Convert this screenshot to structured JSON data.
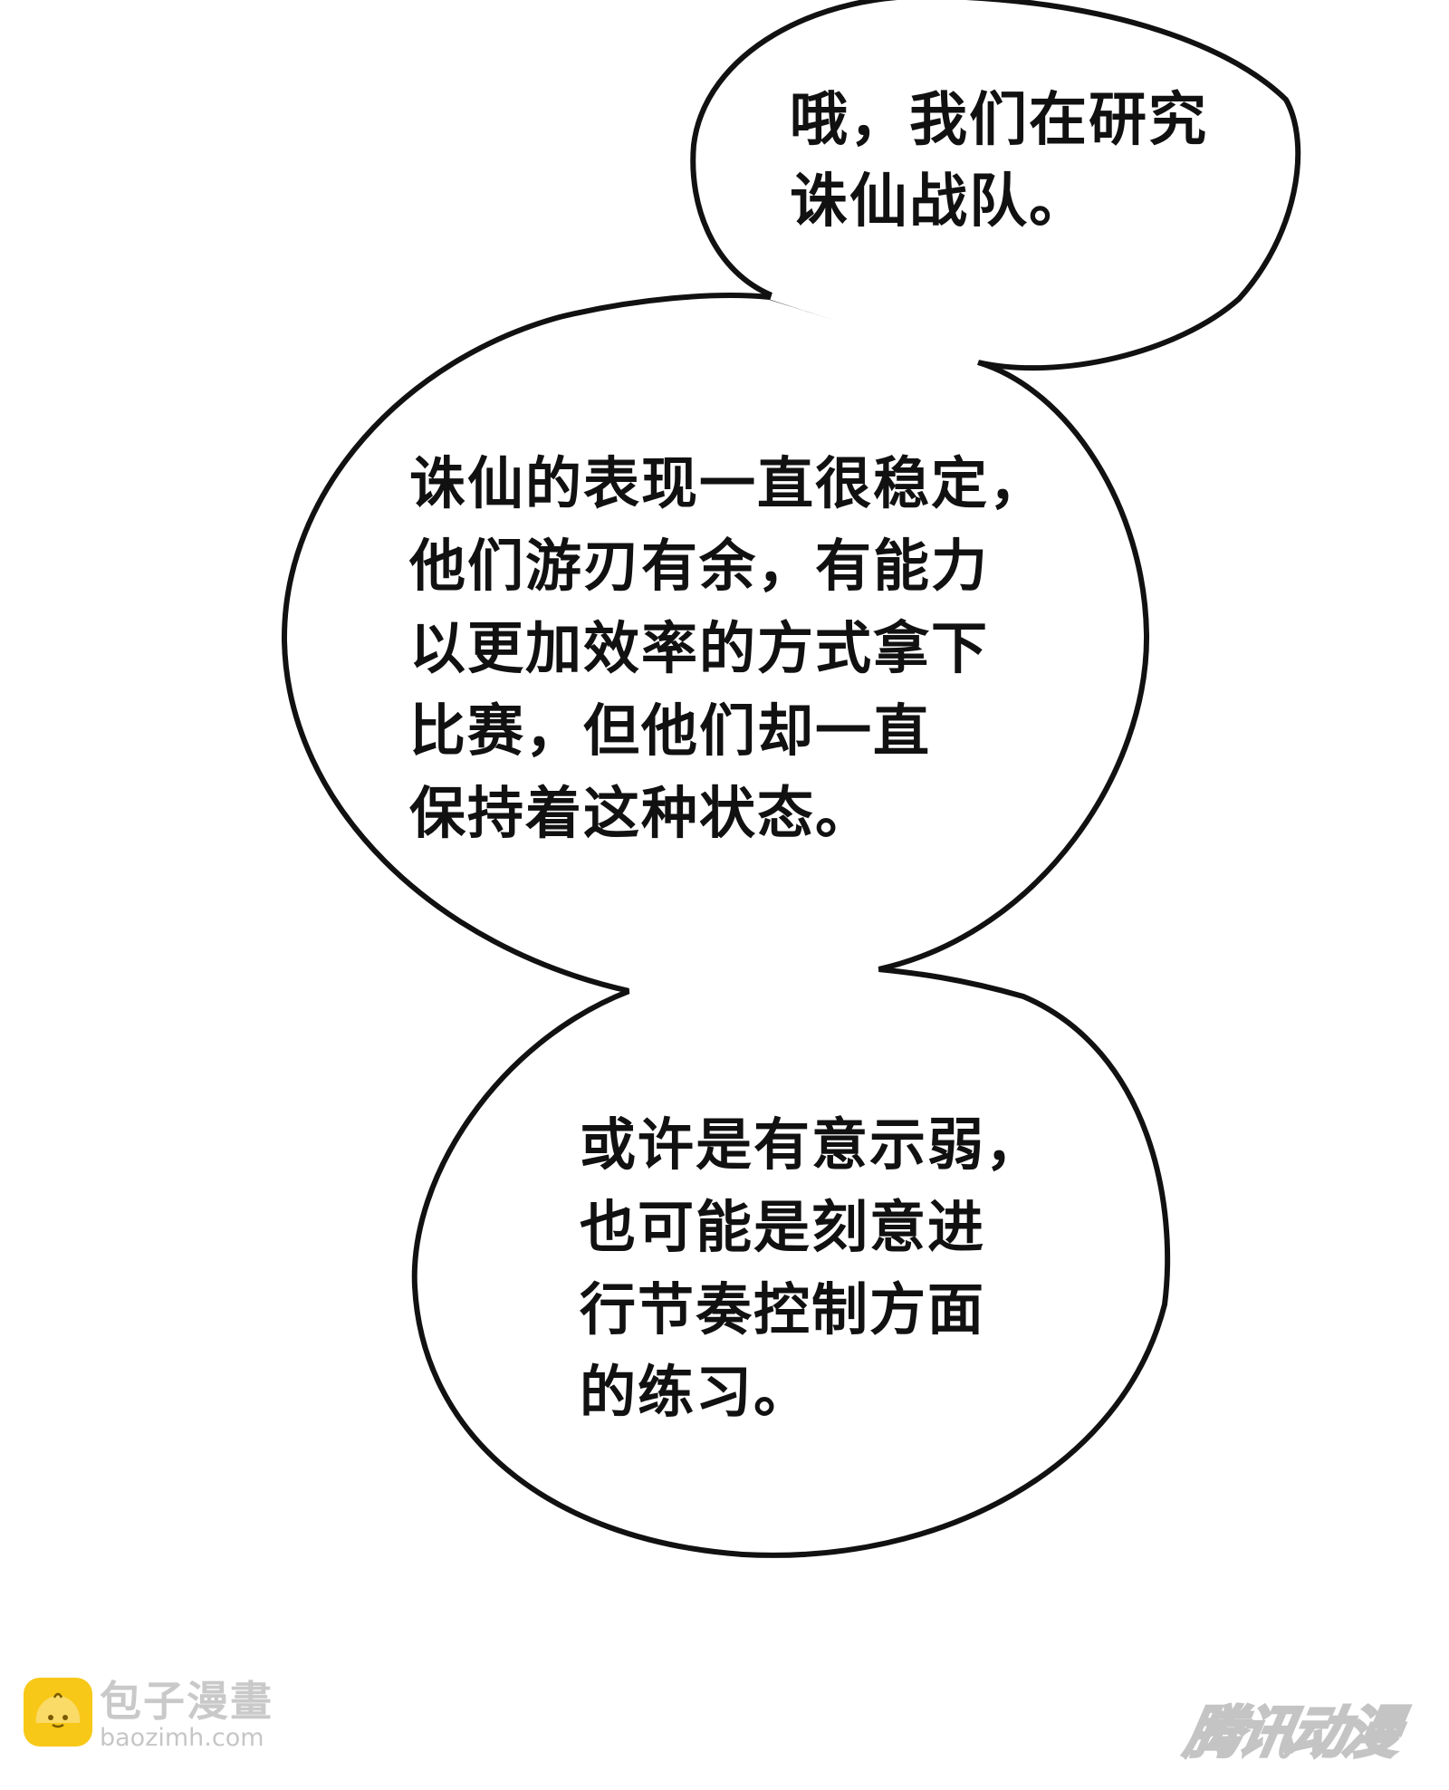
{
  "bubbles": [
    {
      "text": "哦，我们在研究\n诛仙战队。"
    },
    {
      "text": "诛仙的表现一直很稳定，\n他们游刃有余，有能力\n以更加效率的方式拿下\n比赛，但他们却一直\n保持着这种状态。"
    },
    {
      "text": "或许是有意示弱，\n也可能是刻意进\n行节奏控制方面\n的练习。"
    }
  ],
  "watermarks": {
    "left_title": "包子漫畫",
    "left_url": "baozimh.com",
    "right_logo": "腾讯动漫"
  },
  "colors": {
    "bubble_fill": "#ffffff",
    "bubble_stroke": "#111111",
    "text": "#111111",
    "bun_icon": "#f8c818"
  },
  "icons": {
    "bun": "bun-mascot-icon"
  }
}
